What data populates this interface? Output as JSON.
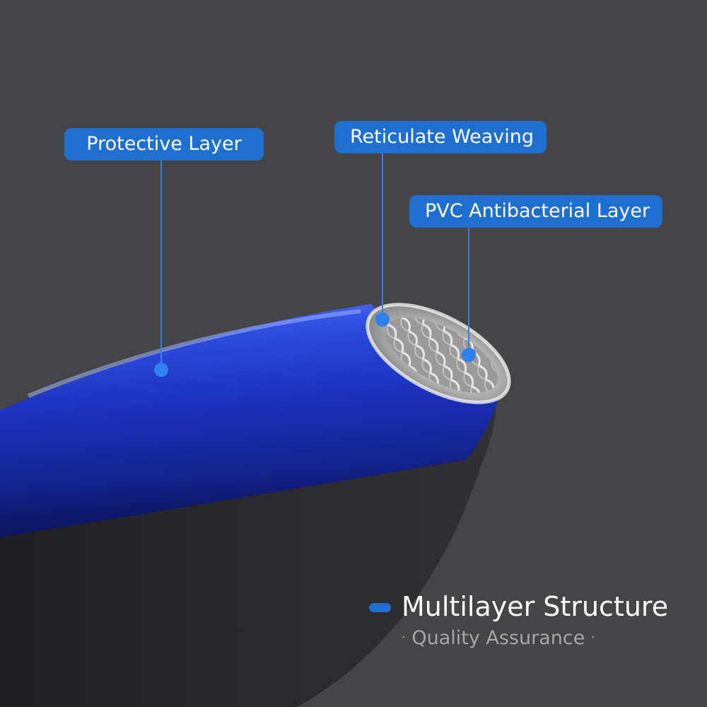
{
  "callouts": {
    "protective": "Protective Layer",
    "reticulate": "Reticulate Weaving",
    "pvc": "PVC Antibacterial Layer"
  },
  "headline": {
    "title": "Multilayer Structure",
    "subtitle": "Quality Assurance",
    "separator": "·"
  },
  "colors": {
    "background": "#454547",
    "accent": "#1f6fd1",
    "hose_blue": "#1a33b8"
  }
}
